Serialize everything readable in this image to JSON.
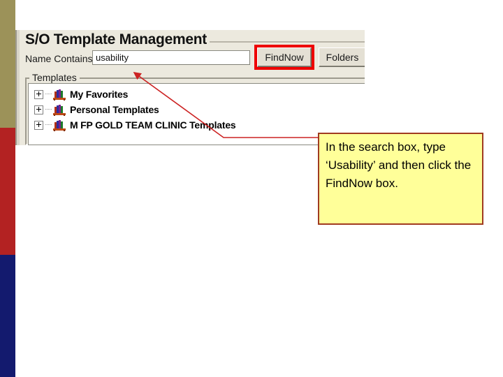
{
  "slide": {
    "stripe": {
      "khaki_color": "#9c9259",
      "red_color": "#b32222",
      "blue_color": "#131a6e"
    },
    "background_color": "#ffffff"
  },
  "app": {
    "title": "S/O Template Management",
    "search": {
      "label": "Name Contains:",
      "value": "usability",
      "placeholder": ""
    },
    "buttons": {
      "find_now": "FindNow",
      "folders": "Folders"
    },
    "highlight": {
      "target": "FindNow",
      "color": "#ee0000"
    },
    "group": {
      "legend": "Templates",
      "tree_items": [
        {
          "label": "My Favorites",
          "expander": "plus-icon"
        },
        {
          "label": "Personal Templates",
          "expander": "plus-icon"
        },
        {
          "label": "M FP GOLD TEAM CLINIC Templates",
          "expander": "plus-icon"
        }
      ]
    }
  },
  "callout": {
    "text": "In the search box, type ‘Usability’ and then click the FindNow box.",
    "background_color": "#ffff99",
    "border_color": "#a03b20"
  },
  "annotation": {
    "leader_color": "#cc2222",
    "arrow_points_at": "name-contains-input"
  }
}
